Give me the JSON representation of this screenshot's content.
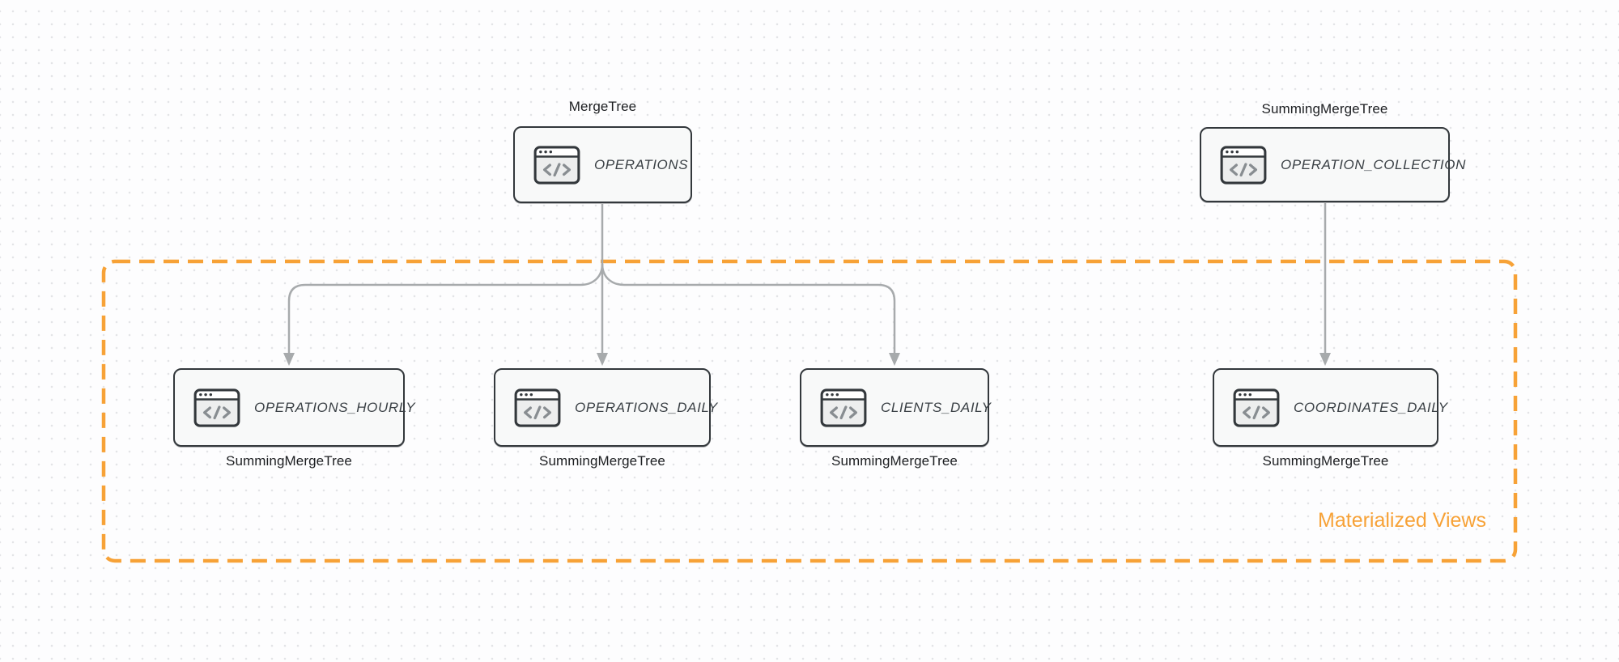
{
  "diagram": {
    "group_label": "Materialized Views",
    "node_icon": "code-window-icon",
    "colors": {
      "accent_orange": "#F7A237",
      "node_border": "#33383C",
      "node_fill": "#F8F9F9",
      "arrow_gray": "#A7AAAC",
      "engine_text": "#1C1E21",
      "table_text": "#3A4045"
    }
  },
  "nodes": {
    "operations": {
      "engine": "MergeTree",
      "table": "OPERATIONS",
      "engine_label_position": "top"
    },
    "operation_collection": {
      "engine": "SummingMergeTree",
      "table": "OPERATION_COLLECTION",
      "engine_label_position": "top"
    },
    "operations_hourly": {
      "engine": "SummingMergeTree",
      "table": "OPERATIONS_HOURLY",
      "engine_label_position": "bottom"
    },
    "operations_daily": {
      "engine": "SummingMergeTree",
      "table": "OPERATIONS_DAILY",
      "engine_label_position": "bottom"
    },
    "clients_daily": {
      "engine": "SummingMergeTree",
      "table": "CLIENTS_DAILY",
      "engine_label_position": "bottom"
    },
    "coordinates_daily": {
      "engine": "SummingMergeTree",
      "table": "COORDINATES_DAILY",
      "engine_label_position": "bottom"
    }
  },
  "edges": [
    {
      "from": "operations",
      "to": "operations_hourly"
    },
    {
      "from": "operations",
      "to": "operations_daily"
    },
    {
      "from": "operations",
      "to": "clients_daily"
    },
    {
      "from": "operation_collection",
      "to": "coordinates_daily"
    }
  ]
}
